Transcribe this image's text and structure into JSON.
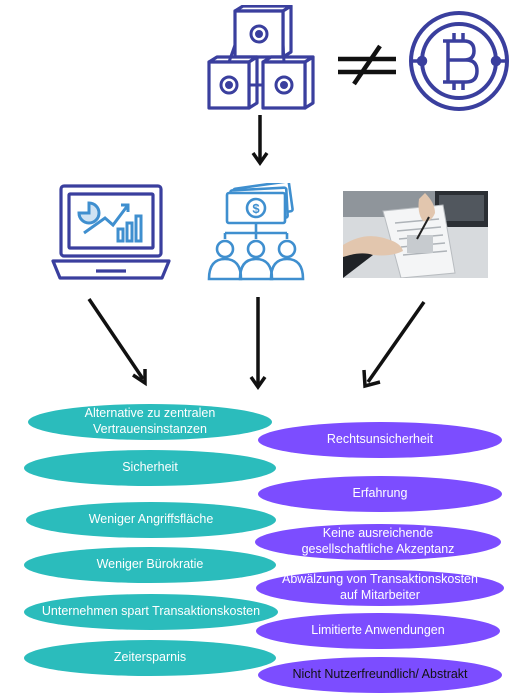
{
  "colors": {
    "icon_stroke": "#3a3f9e",
    "money_blue": "#3f8fcf",
    "pro_pill": "#2bbcbc",
    "con_pill": "#7c4dff"
  },
  "icons": {
    "top_left": "blockchain-cubes-icon",
    "not_equal": "not-equal-icon",
    "top_right": "bitcoin-coin-icon",
    "mid_left": "laptop-analytics-icon",
    "mid_center": "money-people-hierarchy-icon",
    "mid_right": "document-handshake-photo"
  },
  "advantages": [
    {
      "line1": "Alternative zu zentralen",
      "line2": "Vertrauensinstanzen"
    },
    {
      "line1": "Sicherheit",
      "line2": ""
    },
    {
      "line1": "Weniger Angriffsfläche",
      "line2": ""
    },
    {
      "line1": "Weniger Bürokratie",
      "line2": ""
    },
    {
      "line1": "Unternehmen spart Transaktionskosten",
      "line2": ""
    },
    {
      "line1": "Zeitersparnis",
      "line2": ""
    }
  ],
  "disadvantages": [
    {
      "line1": "Rechtsunsicherheit",
      "line2": ""
    },
    {
      "line1": "Erfahrung",
      "line2": ""
    },
    {
      "line1": "Keine ausreichende",
      "line2": "gesellschaftliche Akzeptanz"
    },
    {
      "line1": "Abwälzung von Transaktionskosten",
      "line2": "auf Mitarbeiter"
    },
    {
      "line1": "Limitierte Anwendungen",
      "line2": ""
    },
    {
      "line1": "Nicht Nutzerfreundlich/ Abstrakt",
      "line2": ""
    }
  ]
}
